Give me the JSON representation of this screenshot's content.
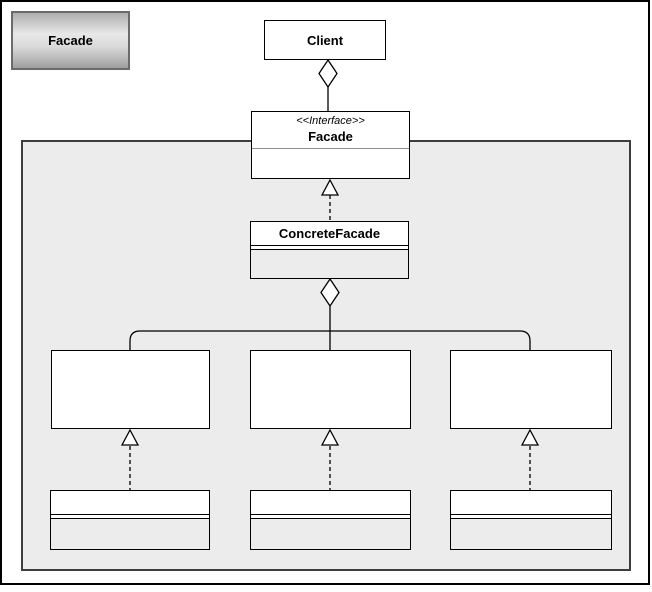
{
  "legend": {
    "label": "Facade"
  },
  "nodes": {
    "client": {
      "name": "Client"
    },
    "facade_interface": {
      "stereotype": "<<Interface>>",
      "name": "Facade",
      "compartments": 2
    },
    "concrete_facade": {
      "name": "ConcreteFacade",
      "compartments": 3
    },
    "subsystem_classes": [
      {
        "name": "",
        "compartments": 1
      },
      {
        "name": "",
        "compartments": 1
      },
      {
        "name": "",
        "compartments": 1
      }
    ],
    "implementation_classes": [
      {
        "name": "",
        "compartments": 3
      },
      {
        "name": "",
        "compartments": 3
      },
      {
        "name": "",
        "compartments": 3
      }
    ]
  },
  "relationships": [
    {
      "type": "aggregation",
      "from": "Client",
      "to": "Facade",
      "line": "solid",
      "marker": "hollow-diamond"
    },
    {
      "type": "realization",
      "from": "ConcreteFacade",
      "to": "Facade",
      "line": "dashed",
      "marker": "hollow-triangle"
    },
    {
      "type": "aggregation",
      "from": "ConcreteFacade",
      "to": "subsystem-classes",
      "line": "solid",
      "marker": "hollow-diamond",
      "branches": 3
    },
    {
      "type": "realization",
      "from": "implementation-class-1",
      "to": "subsystem-class-1",
      "line": "dashed",
      "marker": "hollow-triangle"
    },
    {
      "type": "realization",
      "from": "implementation-class-2",
      "to": "subsystem-class-2",
      "line": "dashed",
      "marker": "hollow-triangle"
    },
    {
      "type": "realization",
      "from": "implementation-class-3",
      "to": "subsystem-class-3",
      "line": "dashed",
      "marker": "hollow-triangle"
    }
  ],
  "colors": {
    "canvas_bg": "#ffffff",
    "page_border": "#000000",
    "container_fill": "#ececec",
    "container_border": "#3d3d3d",
    "class_fill": "#ffffff",
    "class_border": "#000000",
    "legend_border": "#6b6b6b",
    "legend_gradient_top": "#aeaeae",
    "legend_gradient_mid": "#e8e8e8",
    "legend_gradient_bottom": "#9f9f9f"
  }
}
